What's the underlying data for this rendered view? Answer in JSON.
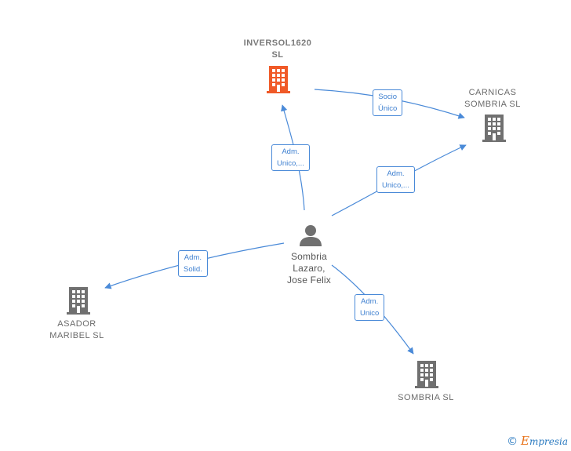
{
  "nodes": {
    "inversol": {
      "name_line1": "INVERSOL1620",
      "name_line2": "SL"
    },
    "carnicas": {
      "name_line1": "CARNICAS",
      "name_line2": "SOMBRIA SL"
    },
    "person": {
      "name_line1": "Sombria",
      "name_line2": "Lazaro,",
      "name_line3": "Jose Felix"
    },
    "asador": {
      "name_line1": "ASADOR",
      "name_line2": "MARIBEL  SL"
    },
    "sombria": {
      "name_line1": "SOMBRIA SL"
    }
  },
  "edges": {
    "inversol_carnicas": {
      "line1": "Socio",
      "line2": "Único"
    },
    "person_inversol": {
      "line1": "Adm.",
      "line2": "Unico,..."
    },
    "person_carnicas": {
      "line1": "Adm.",
      "line2": "Unico,..."
    },
    "person_asador": {
      "line1": "Adm.",
      "line2": "Solid."
    },
    "person_sombria": {
      "line1": "Adm.",
      "line2": "Unico"
    }
  },
  "colors": {
    "edge": "#4a8ad8",
    "highlight_company": "#f05a28",
    "company": "#707070",
    "person": "#707070"
  },
  "footer": {
    "copyright": "©",
    "brand_first": "E",
    "brand_rest": "mpresia"
  }
}
